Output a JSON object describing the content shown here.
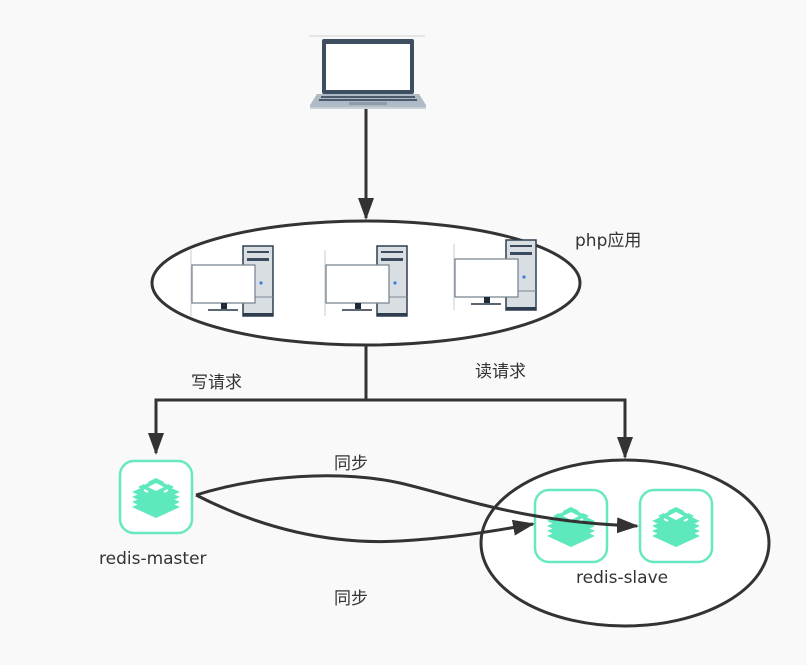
{
  "diagram": {
    "nodes": {
      "client": {
        "icon": "laptop-icon"
      },
      "app_cluster": {
        "label": "php应用",
        "servers": [
          "desktop-computer-icon",
          "desktop-computer-icon",
          "desktop-computer-icon"
        ]
      },
      "master": {
        "label": "redis-master",
        "icon": "redis-icon"
      },
      "slave_cluster": {
        "label": "redis-slave",
        "instances": [
          "redis-icon",
          "redis-icon"
        ]
      }
    },
    "edges": {
      "write_request": "写请求",
      "read_request": "读请求",
      "sync_top": "同步",
      "sync_bottom": "同步"
    },
    "colors": {
      "line": "#333333",
      "redis_accent": "#5ee8bd",
      "background": "#f9f9f9",
      "device_frame": "#3b4a5c",
      "device_body": "#d5dbe0"
    }
  }
}
